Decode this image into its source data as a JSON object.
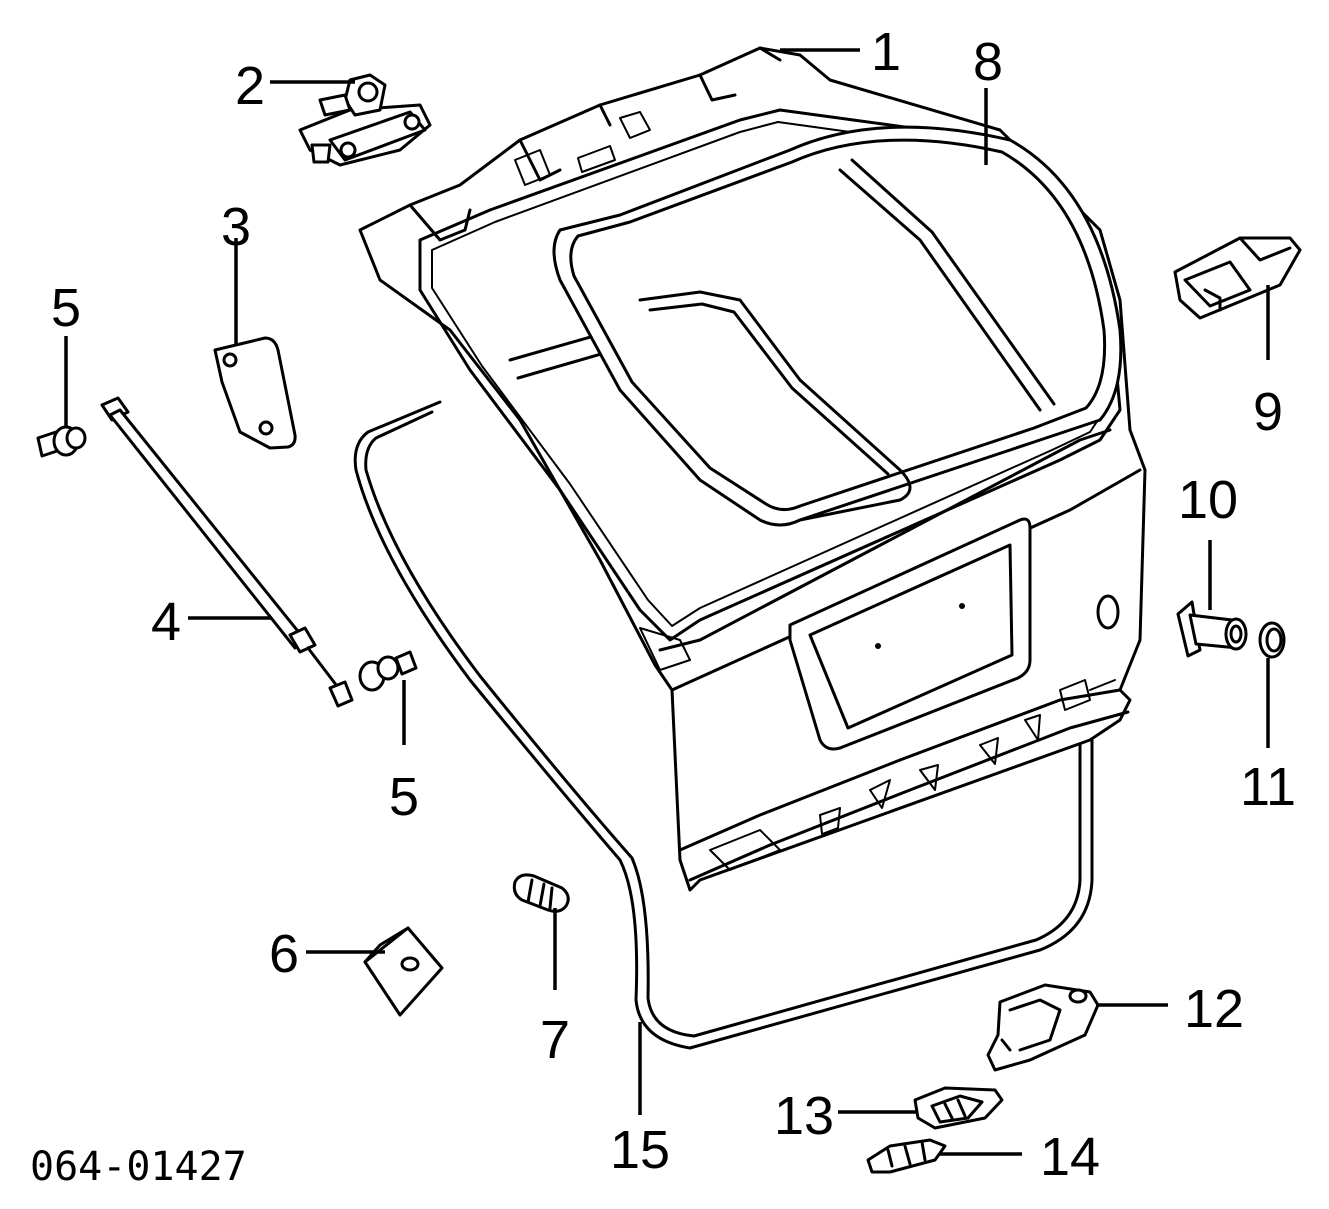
{
  "diagram": {
    "document_code": "064-01427",
    "callouts": [
      {
        "number": "1",
        "part": "liftgate-panel"
      },
      {
        "number": "2",
        "part": "hinge"
      },
      {
        "number": "3",
        "part": "bracket"
      },
      {
        "number": "4",
        "part": "gas-strut"
      },
      {
        "number": "5",
        "part": "ball-stud-upper"
      },
      {
        "number": "5",
        "part": "ball-stud-lower"
      },
      {
        "number": "6",
        "part": "bumper-pad"
      },
      {
        "number": "7",
        "part": "adjustable-bumper"
      },
      {
        "number": "8",
        "part": "glass-weatherstrip"
      },
      {
        "number": "9",
        "part": "glass-latch"
      },
      {
        "number": "10",
        "part": "lock-cylinder"
      },
      {
        "number": "11",
        "part": "seal-ring"
      },
      {
        "number": "12",
        "part": "latch-assembly"
      },
      {
        "number": "13",
        "part": "handle"
      },
      {
        "number": "14",
        "part": "switch"
      },
      {
        "number": "15",
        "part": "liftgate-weatherstrip"
      }
    ]
  }
}
